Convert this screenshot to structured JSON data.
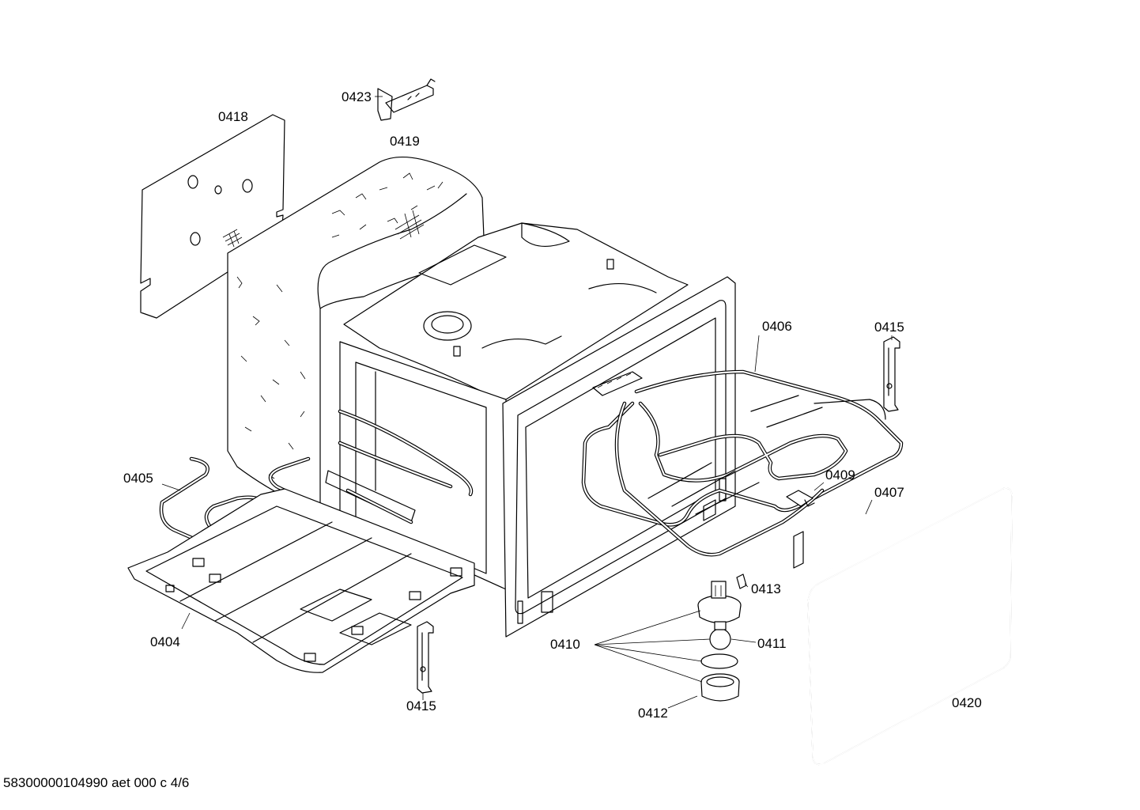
{
  "callouts": [
    {
      "id": "0423",
      "label": "0423"
    },
    {
      "id": "0418",
      "label": "0418"
    },
    {
      "id": "0419",
      "label": "0419"
    },
    {
      "id": "0406",
      "label": "0406"
    },
    {
      "id": "0415a",
      "label": "0415"
    },
    {
      "id": "0405",
      "label": "0405"
    },
    {
      "id": "0409",
      "label": "0409"
    },
    {
      "id": "0407",
      "label": "0407"
    },
    {
      "id": "0413",
      "label": "0413"
    },
    {
      "id": "0410",
      "label": "0410"
    },
    {
      "id": "0411",
      "label": "0411"
    },
    {
      "id": "0404",
      "label": "0404"
    },
    {
      "id": "0415b",
      "label": "0415"
    },
    {
      "id": "0412",
      "label": "0412"
    },
    {
      "id": "0420",
      "label": "0420"
    }
  ],
  "footer": {
    "text": "58300000104990 aet 000 c 4/6"
  }
}
